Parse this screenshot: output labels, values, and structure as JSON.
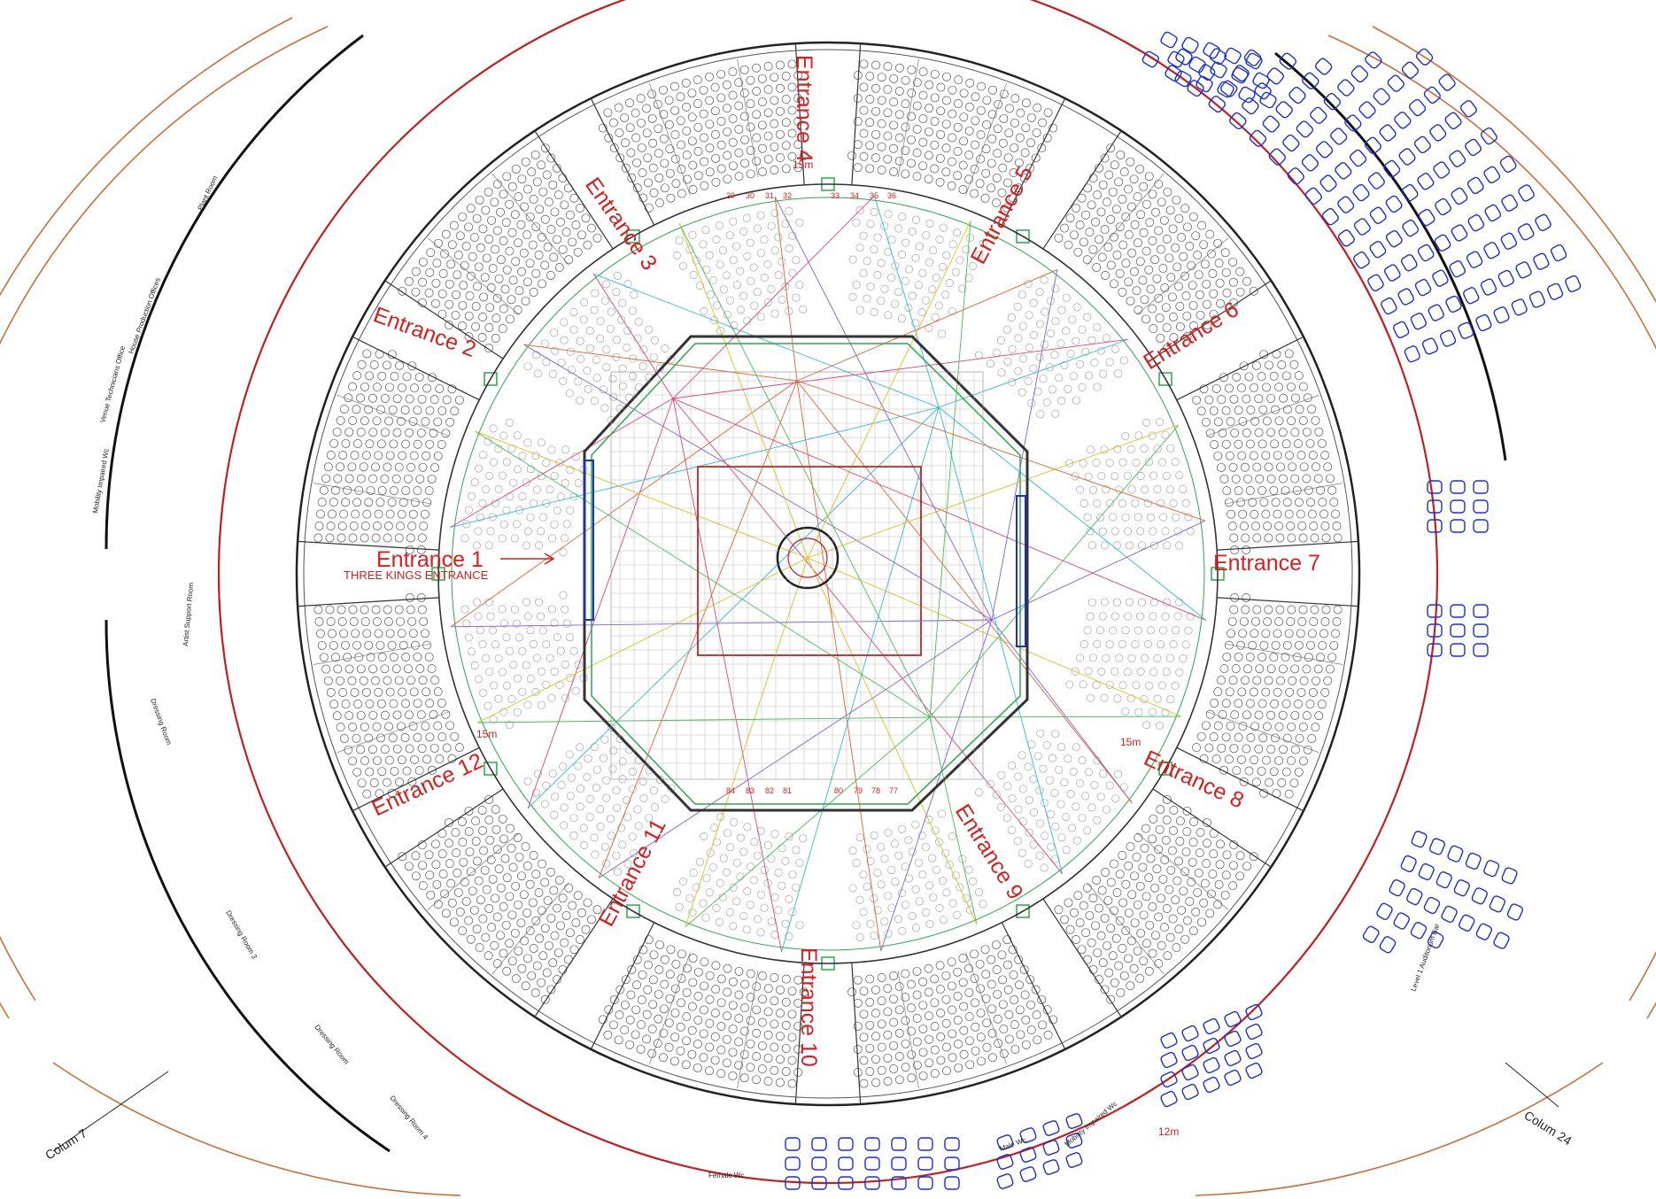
{
  "plan": {
    "entrances": [
      {
        "id": "e1",
        "label": "Entrance 1"
      },
      {
        "id": "e2",
        "label": "Entrance 2"
      },
      {
        "id": "e3",
        "label": "Entrance 3"
      },
      {
        "id": "e4",
        "label": "Entrance 4"
      },
      {
        "id": "e5",
        "label": "Entrance 5"
      },
      {
        "id": "e6",
        "label": "Entrance 6"
      },
      {
        "id": "e7",
        "label": "Entrance 7"
      },
      {
        "id": "e8",
        "label": "Entrance 8"
      },
      {
        "id": "e9",
        "label": "Entrance 9"
      },
      {
        "id": "e10",
        "label": "Entrance 10"
      },
      {
        "id": "e11",
        "label": "Entrance 11"
      },
      {
        "id": "e12",
        "label": "Entrance 12"
      }
    ],
    "entrance1_subtitle": "THREE KINGS ENTRANCE",
    "distance_labels": [
      "15m",
      "15m",
      "15m",
      "12m"
    ],
    "columns": [
      "Colum 7",
      "Colum 24"
    ],
    "rooms": {
      "plant_room": "Plant Room",
      "house_production": "House Production Offices",
      "venue_technicians": "Venue Technicians Office",
      "mobility_wc": "Mobility Impaired Wc",
      "artist_support": "Artist Support Room",
      "dressing_room": "Dressing Room",
      "dressing_room_3": "Dressing Room 3",
      "dressing_room_x": "Dressing Room",
      "dressing_room_4": "Dressing Room 4",
      "female_wc": "Female Wc",
      "male_wc": "Male Wc",
      "mobility_wc_2": "Mobility Impaired Wc",
      "bar": "Level 1 Auditorium Bar"
    },
    "inner_seat_numbers": [
      "29",
      "30",
      "31",
      "32",
      "33",
      "34",
      "35",
      "36",
      "84",
      "83",
      "82",
      "81",
      "80",
      "79",
      "78",
      "77"
    ],
    "colors": {
      "label_red": "#d42020",
      "wall_orange": "#c8703a",
      "seat_blue": "#1a2fd0",
      "line_dark": "#333333"
    }
  }
}
